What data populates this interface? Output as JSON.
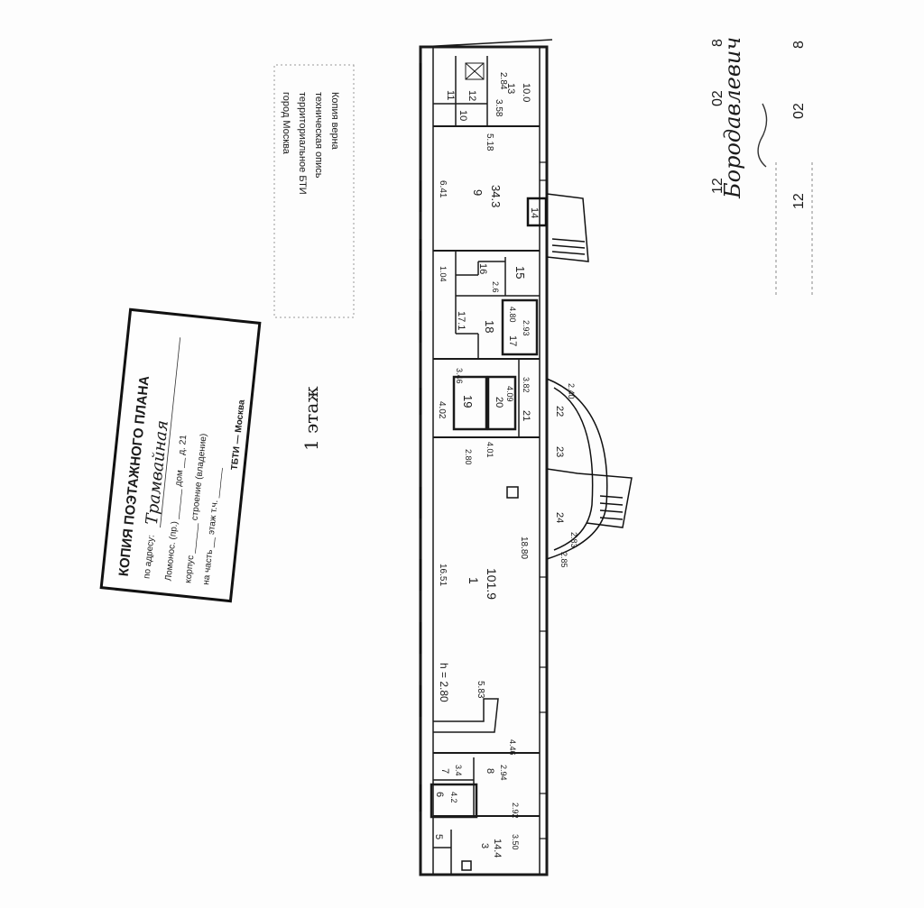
{
  "stamp": {
    "title": "КОПИЯ ПОЭТАЖНОГО ПЛАНА",
    "address_label": "по адресу:",
    "address_value": "Трамвайная",
    "line2": "Ломонос. (пр.) ______ дом __ д. 21",
    "line3": "корпус ______ строение (владение)",
    "line4": "на часть __ этаж  т.ч. ______",
    "footer": "ТБТИ — Москва"
  },
  "floor_label": "1 этаж",
  "faint_stamp": {
    "lines": [
      "Копия верна",
      "техническая опись",
      "территориальное БТИ",
      "город Москва"
    ]
  },
  "signature": {
    "name": "Бородавлевич",
    "date_top": [
      "12",
      "02",
      "8"
    ],
    "date_bottom": [
      "12",
      "02",
      "8"
    ]
  },
  "rooms": [
    {
      "id": "r11",
      "lines": [
        "11"
      ]
    },
    {
      "id": "r12",
      "lines": [
        "12"
      ]
    },
    {
      "id": "r13",
      "lines": [
        "13",
        "10.0"
      ]
    },
    {
      "id": "r10",
      "lines": [
        "10"
      ]
    },
    {
      "id": "r9",
      "lines": [
        "9",
        "34.3"
      ]
    },
    {
      "id": "r14",
      "lines": [
        "14"
      ]
    },
    {
      "id": "r16",
      "lines": [
        "16",
        "2.6"
      ]
    },
    {
      "id": "r15",
      "lines": [
        "15"
      ]
    },
    {
      "id": "r17a",
      "lines": [
        "17.1"
      ]
    },
    {
      "id": "r18",
      "lines": [
        "18"
      ]
    },
    {
      "id": "r17",
      "lines": [
        "17",
        "2.93"
      ]
    },
    {
      "id": "r19",
      "lines": [
        "19"
      ]
    },
    {
      "id": "r20",
      "lines": [
        "20",
        "4.09"
      ]
    },
    {
      "id": "r21",
      "lines": [
        "21"
      ]
    },
    {
      "id": "r22",
      "lines": [
        "22"
      ]
    },
    {
      "id": "r23",
      "lines": [
        "23"
      ]
    },
    {
      "id": "r24",
      "lines": [
        "24"
      ]
    },
    {
      "id": "r1",
      "lines": [
        "1",
        "101.9"
      ]
    },
    {
      "id": "r7",
      "lines": [
        "7",
        "3.4"
      ]
    },
    {
      "id": "r8",
      "lines": [
        "8",
        "2.94"
      ]
    },
    {
      "id": "r6",
      "lines": [
        "6",
        "4.2"
      ]
    },
    {
      "id": "r3",
      "lines": [
        "3",
        "14.4"
      ]
    },
    {
      "id": "r5",
      "lines": [
        "5"
      ]
    }
  ],
  "dimensions": [
    "2.84",
    "3.58",
    "5.18",
    "6.41",
    "1.04",
    "4.80",
    "3.82",
    "4.02",
    "3.46",
    "2.80",
    "16.51",
    "18.80",
    "5.83",
    "2.85",
    "4.01",
    "2.83",
    "2.40",
    "h = 2.80",
    "3.50",
    "2.92",
    "4.46"
  ]
}
